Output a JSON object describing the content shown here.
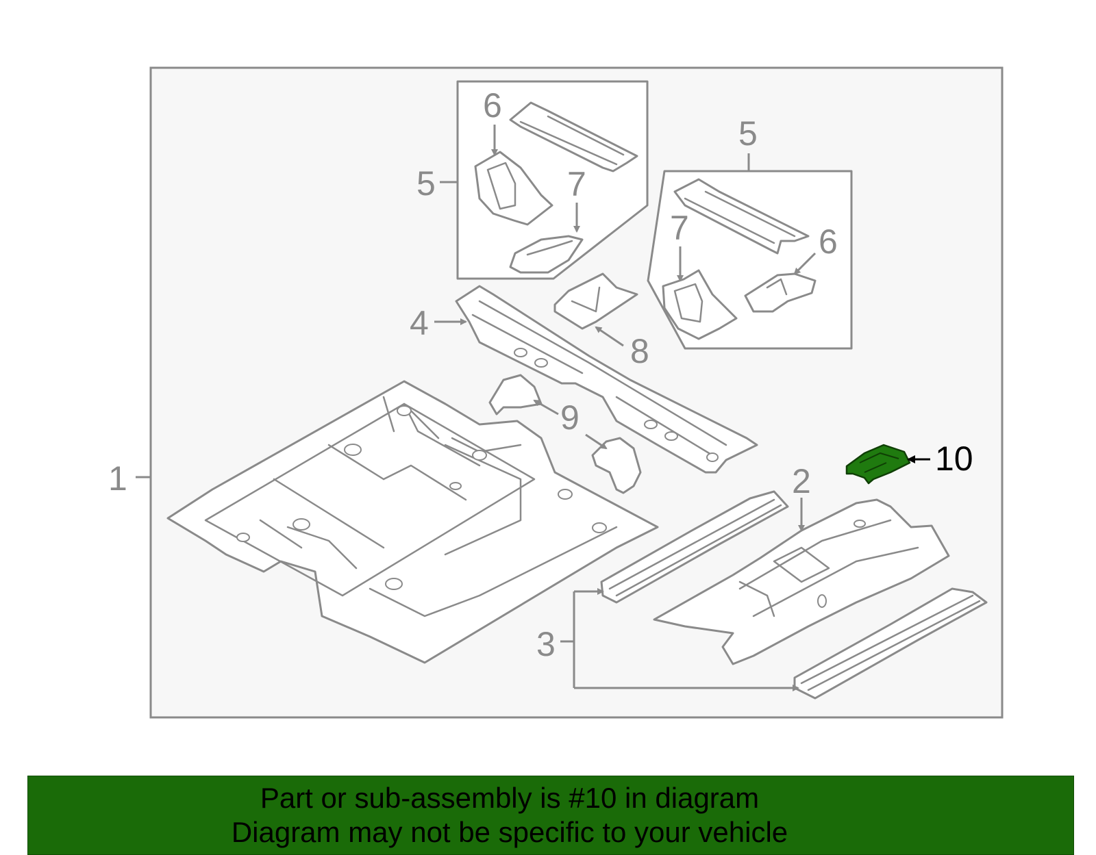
{
  "diagram": {
    "callouts": {
      "c1": "1",
      "c2": "2",
      "c3": "3",
      "c4": "4",
      "c5_left": "5",
      "c5_right": "5",
      "c6_left": "6",
      "c6_right": "6",
      "c7_left": "7",
      "c7_right": "7",
      "c8": "8",
      "c9": "9",
      "c10": "10"
    },
    "highlighted_part": "10",
    "colors": {
      "panel_background": "#f7f7f7",
      "linework": "#8a8a8a",
      "highlight_fill": "#1f7a0f",
      "banner_background": "#1a6b08"
    }
  },
  "banner": {
    "line1": "Part or sub-assembly is #10 in diagram",
    "line2": "Diagram may not be specific to your vehicle"
  }
}
